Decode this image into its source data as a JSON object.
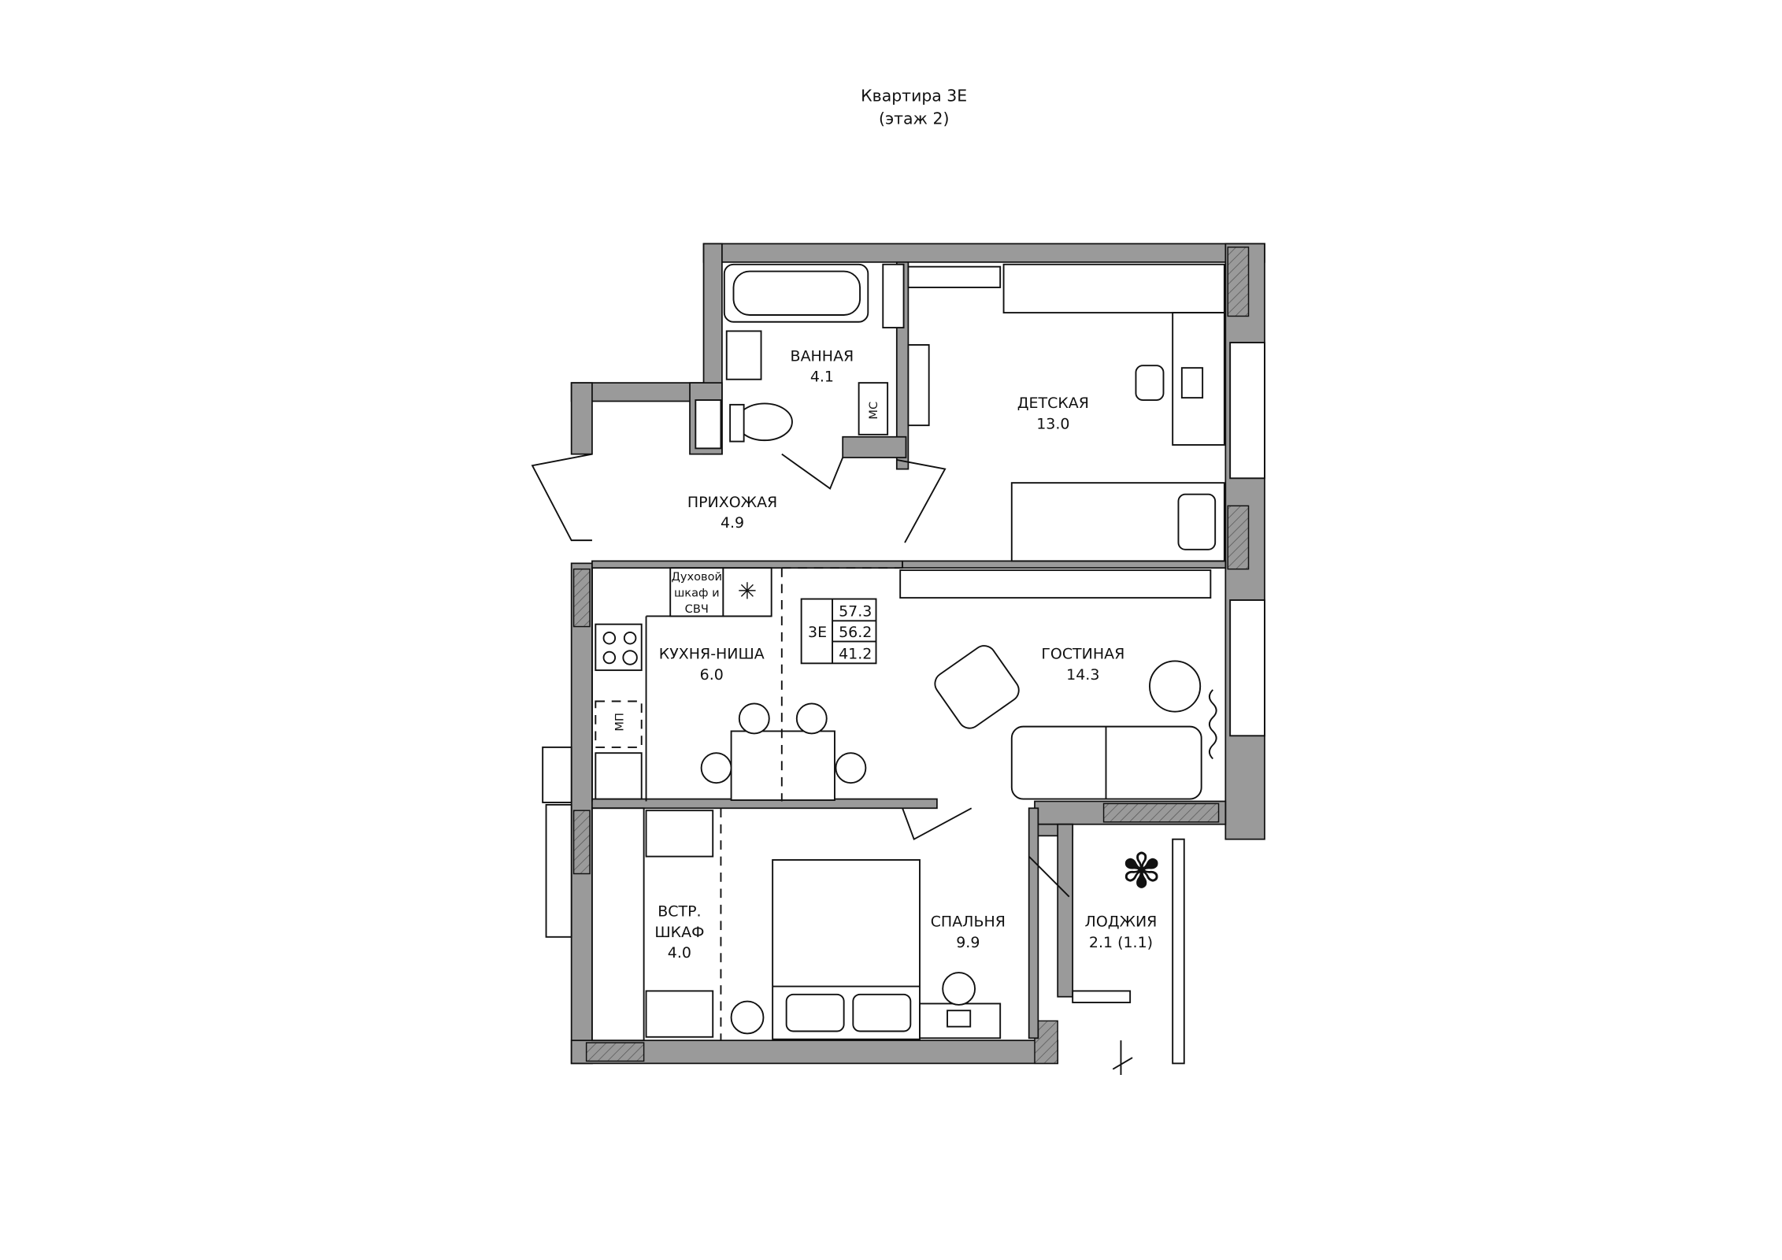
{
  "title": {
    "line1": "Квартира 3Е",
    "line2": "(этаж 2)"
  },
  "rooms": [
    {
      "name": "ВАННАЯ",
      "area": "4.1"
    },
    {
      "name": "ДЕТСКАЯ",
      "area": "13.0"
    },
    {
      "name": "ПРИХОЖАЯ",
      "area": "4.9"
    },
    {
      "name": "КУХНЯ-НИША",
      "area": "6.0"
    },
    {
      "name": "ГОСТИНАЯ",
      "area": "14.3"
    },
    {
      "name": "СПАЛЬНЯ",
      "area": "9.9"
    },
    {
      "name": "ЛОДЖИЯ",
      "area": "2.1 (1.1)"
    }
  ],
  "closet": {
    "line1": "ВСТР.",
    "line2": "ШКАФ",
    "area": "4.0"
  },
  "appliances": {
    "oven1": "Духовой",
    "oven2": "шкаф и",
    "oven3": "СВЧ",
    "ms": "МС",
    "mp": "МП"
  },
  "summary": {
    "code": "3Е",
    "total": "57.3",
    "area2": "56.2",
    "living": "41.2"
  }
}
